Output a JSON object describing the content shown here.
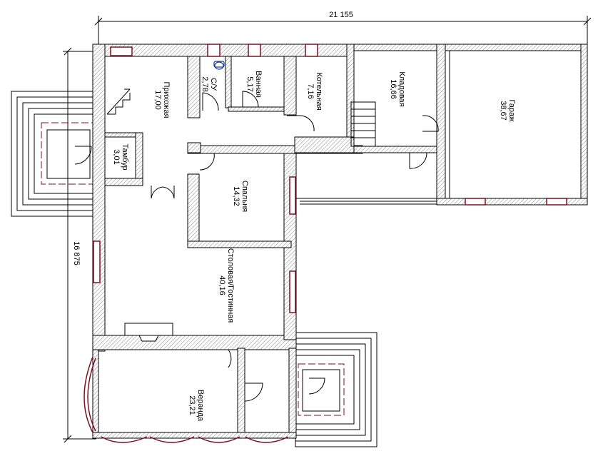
{
  "dimensions": {
    "width": "21 155",
    "height": "16 875"
  },
  "rooms": [
    {
      "id": "prihozhaya",
      "name": "Прихожая",
      "area": "17,00"
    },
    {
      "id": "tambur",
      "name": "Тамбур",
      "area": "3,01"
    },
    {
      "id": "su",
      "name": "С/У",
      "area": "2,78"
    },
    {
      "id": "vannaya",
      "name": "Ванная",
      "area": "5,17"
    },
    {
      "id": "kotelnaya",
      "name": "Котельная",
      "area": "7,16"
    },
    {
      "id": "kladovaya",
      "name": "Кладовая",
      "area": "16,66"
    },
    {
      "id": "garazh",
      "name": "Гараж",
      "area": "38,67"
    },
    {
      "id": "spalnya",
      "name": "Спальня",
      "area": "14,32"
    },
    {
      "id": "stolovaya",
      "name": "Столовая/Гостинная",
      "area": "40,16"
    },
    {
      "id": "veranda",
      "name": "Веранда",
      "area": "23,21"
    }
  ],
  "colors": {
    "wall": "#000000",
    "hatch": "#8a8a8a",
    "window": "#7a1020",
    "line": "#000000"
  }
}
